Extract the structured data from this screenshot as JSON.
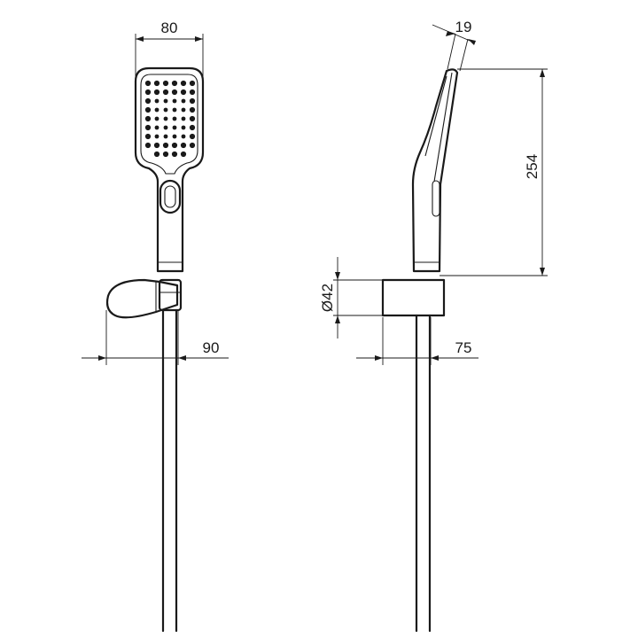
{
  "dimensions": {
    "head_width": "80",
    "head_depth": "19",
    "head_height": "254",
    "holder_diameter": "Ø42",
    "holder_projection_front": "90",
    "holder_projection_side": "75"
  }
}
